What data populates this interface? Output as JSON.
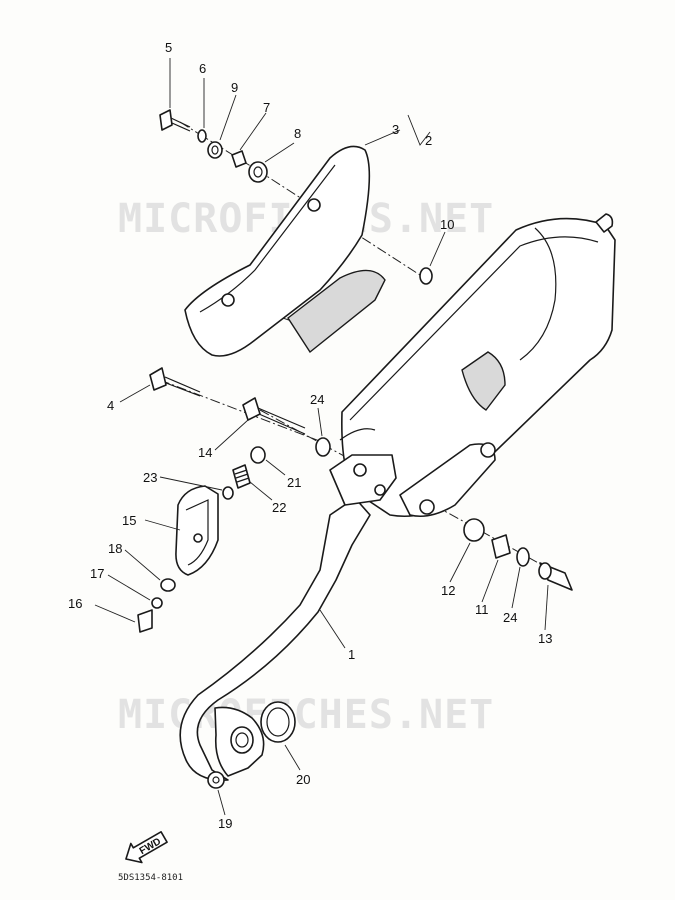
{
  "watermark": {
    "top": "MICROFICHES.NET",
    "bottom": "MICROFICHES.NET"
  },
  "direction_arrow": {
    "text": "FWD",
    "icon": "forward-arrow-icon"
  },
  "diagram_code": "5DS1354-8101",
  "callouts": {
    "c1": "1",
    "c2": "2",
    "c3": "3",
    "c4": "4",
    "c5": "5",
    "c6": "6",
    "c7": "7",
    "c8": "8",
    "c9": "9",
    "c10": "10",
    "c11": "11",
    "c12": "12",
    "c13": "13",
    "c14": "14",
    "c15": "15",
    "c16": "16",
    "c17": "17",
    "c18": "18",
    "c19": "19",
    "c20": "20",
    "c21": "21",
    "c22": "22",
    "c23": "23",
    "c24a": "24",
    "c24b": "24"
  }
}
